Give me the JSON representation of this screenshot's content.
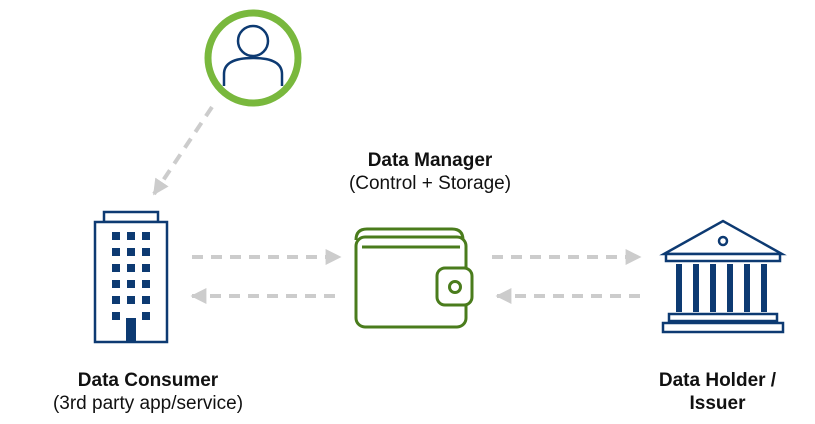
{
  "nodes": {
    "manager": {
      "title": "Data Manager",
      "subtitle": "(Control + Storage)",
      "icon": "wallet-icon"
    },
    "consumer": {
      "title": "Data Consumer",
      "subtitle": "(3rd party app/service)",
      "icon": "office-building-icon"
    },
    "holder": {
      "title_line1": "Data Holder /",
      "title_line2": "Issuer",
      "icon": "bank-building-icon"
    },
    "user": {
      "icon": "user-icon"
    }
  },
  "colors": {
    "green": "#79b83d",
    "wallet_stroke": "#4a7c1c",
    "navy": "#0d3a72",
    "arrow": "#cccccc"
  }
}
